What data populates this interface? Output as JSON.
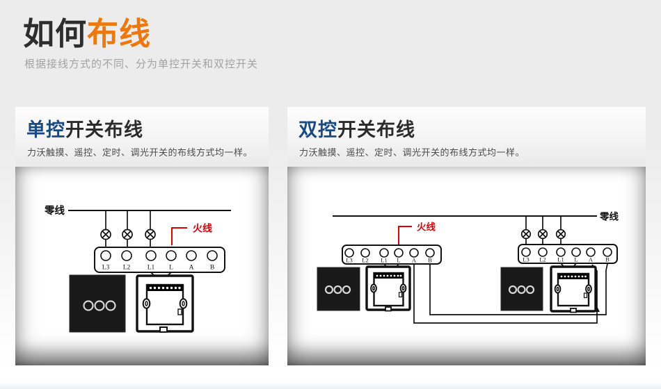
{
  "page": {
    "title_prefix": "如何",
    "title_accent": "布线",
    "subtitle": "根据接线方式的不同、分为单控开关和双控开关"
  },
  "cards": {
    "single": {
      "heading_accent": "单控",
      "heading_rest": "开关布线",
      "description": "力沃触摸、遥控、定时、调光开关的布线方式均一样。"
    },
    "double": {
      "heading_accent": "双控",
      "heading_rest": "开关布线",
      "description": "力沃触摸、遥控、定时、调光开关的布线方式均一样。"
    }
  },
  "diagram": {
    "neutral_label": "零线",
    "live_label": "火线",
    "terminals": [
      "L3",
      "L2",
      "L1",
      "L",
      "A",
      "B"
    ]
  },
  "colors": {
    "title_accent_orange": "#f0780a",
    "heading_blue": "#1a4a82",
    "live_wire_red": "#e60005",
    "diagram_line": "#111111",
    "switch_panel_black": "#191919"
  }
}
